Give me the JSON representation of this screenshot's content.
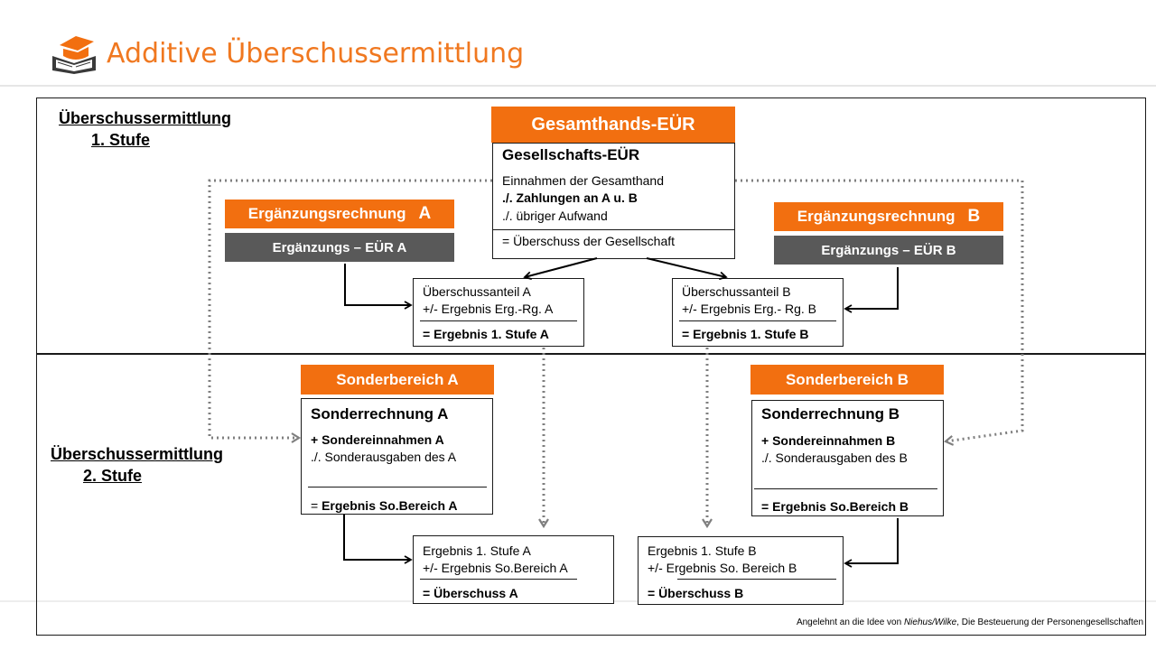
{
  "header": {
    "title": "Additive Überschussermittlung",
    "accent_color": "#F07820",
    "logo_icon": "graduation-cap-book-icon"
  },
  "stage1": {
    "line1": "Überschussermittlung",
    "line2": "1. Stufe"
  },
  "stage2": {
    "line1": "Überschussermittlung",
    "line2": "2. Stufe"
  },
  "gesamthand": {
    "header": "Gesamthands-EÜR",
    "title": "Gesellschafts-EÜR",
    "line1": "Einnahmen der Gesamthand",
    "line2": "./. Zahlungen an A u. B",
    "line3": "./. übriger Aufwand",
    "result": "= Überschuss der Gesellschaft"
  },
  "erg_a": {
    "header_main": "Ergänzungsrechnung",
    "header_letter": "A",
    "sub": "Ergänzungs – EÜR  A"
  },
  "erg_b": {
    "header_main": "Ergänzungsrechnung",
    "header_letter": "B",
    "sub": "Ergänzungs – EÜR  B"
  },
  "anteil_a": {
    "line1": "Überschussanteil  A",
    "line2": "+/-  Ergebnis Erg.-Rg. A",
    "result": "= Ergebnis 1. Stufe A"
  },
  "anteil_b": {
    "line1": "Überschussanteil  B",
    "line2": "+/-  Ergebnis Erg.- Rg. B",
    "result": "= Ergebnis 1. Stufe B"
  },
  "sonder_a": {
    "header": "Sonderbereich  A",
    "title": "Sonderrechnung A",
    "line1": "+ Sondereinnahmen A",
    "line2": "./.  Sonderausgaben des A",
    "result_prefix": "= ",
    "result_bold": "Ergebnis So.Bereich A"
  },
  "sonder_b": {
    "header": "Sonderbereich  B",
    "title": "Sonderrechnung B",
    "line1": "+ Sondereinnahmen B",
    "line2": "./.  Sonderausgaben des B",
    "result": "= Ergebnis So.Bereich B"
  },
  "final_a": {
    "line1": "Ergebnis 1. Stufe A",
    "line2": "+/-  Ergebnis So.Bereich A",
    "result": "= Überschuss A"
  },
  "final_b": {
    "line1": "Ergebnis 1. Stufe  B",
    "line2": "+/-  Ergebnis So. Bereich B",
    "result": "= Überschuss B"
  },
  "source": {
    "prefix": "Angelehnt an die Idee von ",
    "authors": "Niehus/Wilke",
    "suffix": ", Die Besteuerung der Personengesellschaften"
  }
}
